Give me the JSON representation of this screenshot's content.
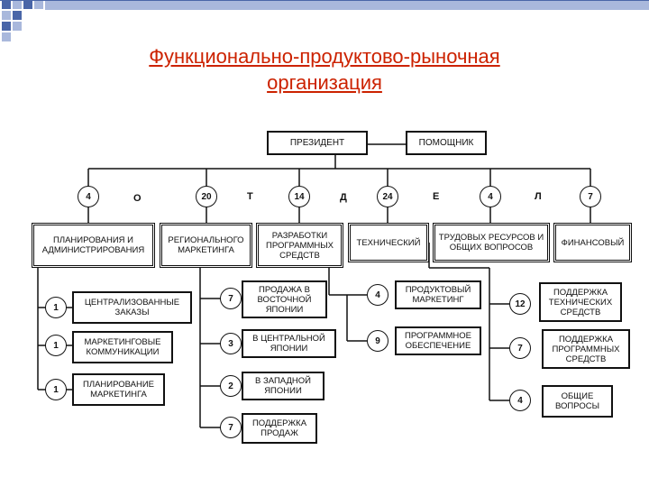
{
  "title": {
    "line1": "Функционально-продуктово-рыночная",
    "line2": "организация"
  },
  "colors": {
    "title": "#cc2200",
    "decor_dark": "#4a66a8",
    "decor_light": "#a9b8dc",
    "lines": "#111111"
  },
  "top": {
    "president": "ПРЕЗИДЕНТ",
    "assistant": "ПОМОЩНИК"
  },
  "department_counts": [
    "4",
    "20",
    "14",
    "24",
    "4",
    "7"
  ],
  "department_letters": [
    "О",
    "Т",
    "Д",
    "Е",
    "Л"
  ],
  "departments": [
    "ПЛАНИРОВАНИЯ И АДМИНИСТРИРОВАНИЯ",
    "РЕГИОНАЛЬНОГО МАРКЕТИНГА",
    "РАЗРАБОТКИ ПРОГРАММНЫХ СРЕДСТВ",
    "ТЕХНИЧЕСКИЙ",
    "ТРУДОВЫХ РЕСУРСОВ И ОБЩИХ ВОПРОСОВ",
    "ФИНАНСОВЫЙ"
  ],
  "col1": [
    {
      "count": "1",
      "label": "ЦЕНТРАЛИЗОВАННЫЕ ЗАКАЗЫ"
    },
    {
      "count": "1",
      "label": "МАРКЕТИНГОВЫЕ КОММУНИКАЦИИ"
    },
    {
      "count": "1",
      "label": "ПЛАНИРОВАНИЕ МАРКЕТИНГА"
    }
  ],
  "col2": [
    {
      "count": "7",
      "label": "ПРОДАЖА В ВОСТОЧНОЙ ЯПОНИИ"
    },
    {
      "count": "3",
      "label": "В ЦЕНТРАЛЬНОЙ ЯПОНИИ"
    },
    {
      "count": "2",
      "label": "В ЗАПАДНОЙ ЯПОНИИ"
    },
    {
      "count": "7",
      "label": "ПОДДЕРЖКА ПРОДАЖ"
    }
  ],
  "col3": [
    {
      "count": "4",
      "label": "ПРОДУКТОВЫЙ МАРКЕТИНГ"
    },
    {
      "count": "9",
      "label": "ПРОГРАММНОЕ ОБЕСПЕЧЕНИЕ"
    }
  ],
  "col4": [
    {
      "count": "12",
      "label": "ПОДДЕРЖКА ТЕХНИЧЕСКИХ СРЕДСТВ"
    },
    {
      "count": "7",
      "label": "ПОДДЕРЖКА ПРОГРАММНЫХ СРЕДСТВ"
    },
    {
      "count": "4",
      "label": "ОБЩИЕ ВОПРОСЫ"
    }
  ]
}
